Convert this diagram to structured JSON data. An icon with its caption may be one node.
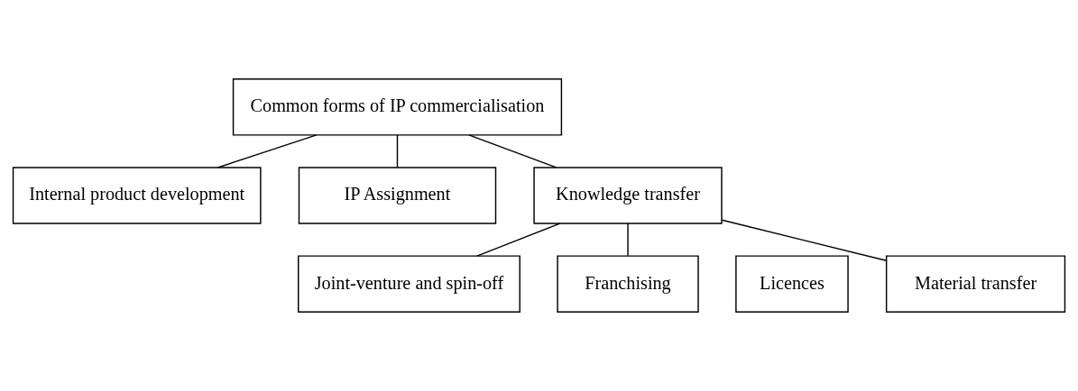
{
  "diagram": {
    "nodes": [
      {
        "text": [
          "Common forms of IP commercialisation"
        ]
      },
      {
        "text": [
          "Internal product development"
        ]
      },
      {
        "text": [
          "IP Assignment"
        ]
      },
      {
        "text": [
          "Knowledge transfer"
        ]
      },
      {
        "text": [
          "Joint-venture and spin-off"
        ]
      },
      {
        "text": [
          "Franchising"
        ]
      },
      {
        "text": [
          "Licences"
        ]
      },
      {
        "text": [
          "Material transfer"
        ]
      }
    ],
    "edges": [
      {
        "from": 0,
        "to": 1,
        "arrow": "none"
      },
      {
        "from": 0,
        "to": 2,
        "arrow": "none"
      },
      {
        "from": 0,
        "to": 3,
        "arrow": "none"
      },
      {
        "from": 3,
        "to": 4,
        "arrow": "none"
      },
      {
        "from": 3,
        "to": 5,
        "arrow": "none"
      },
      {
        "from": 3,
        "to": 7,
        "arrow": "none"
      }
    ]
  }
}
